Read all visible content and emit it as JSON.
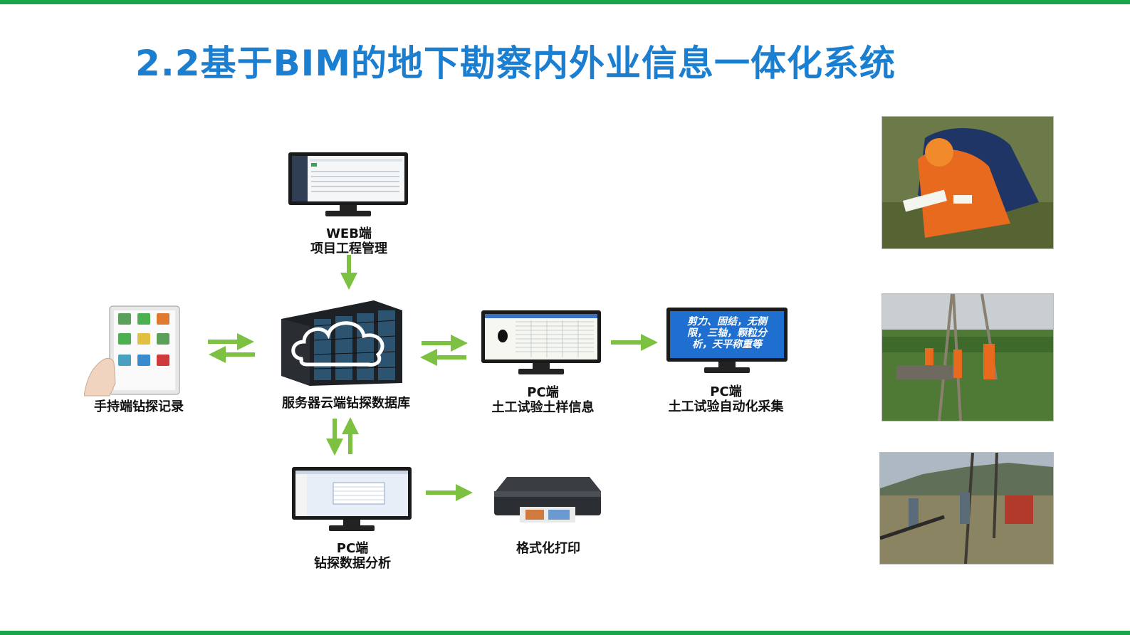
{
  "page": {
    "title": "2.2基于BIM的地下勘察内外业信息一体化系统",
    "accent_green": "#1aa54a",
    "title_color": "#1b7fd1",
    "arrow_color": "#7cc142"
  },
  "nodes": {
    "web": {
      "line1": "WEB端",
      "line2": "项目工程管理",
      "icon": "monitor-icon"
    },
    "handheld": {
      "line1": "手持端钻探记录",
      "icon": "tablet-icon"
    },
    "server": {
      "line1": "服务器云端钻探数据库",
      "icon": "cloud-server-icon"
    },
    "pc_soil": {
      "line1": "PC端",
      "line2": "土工试验土样信息",
      "icon": "monitor-icon"
    },
    "pc_auto": {
      "line1": "PC端",
      "line2": "土工试验自动化采集",
      "icon": "monitor-icon",
      "screen_text": [
        "剪力、固结，无侧",
        "限，三轴，颗粒分",
        "析，天平称重等"
      ]
    },
    "pc_drill": {
      "line1": "PC端",
      "line2": "钻探数据分析",
      "icon": "monitor-icon"
    },
    "printer": {
      "line1": "格式化打印",
      "icon": "printer-icon"
    }
  },
  "photos": [
    {
      "name": "field-record-photo"
    },
    {
      "name": "drilling-rig-photo"
    },
    {
      "name": "drilling-crew-photo"
    }
  ]
}
